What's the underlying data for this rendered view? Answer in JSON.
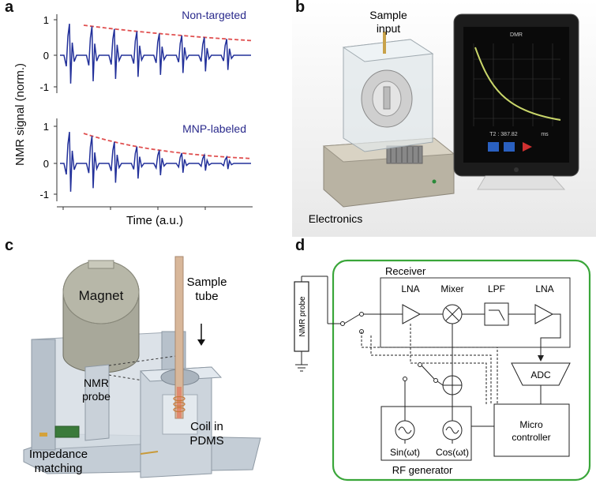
{
  "panel_a": {
    "label": "a",
    "ylabel": "NMR signal (norm.)",
    "xlabel": "Time (a.u.)",
    "top_plot": {
      "legend": "Non-targeted",
      "ticks": [
        "1",
        "0",
        "-1"
      ]
    },
    "bottom_plot": {
      "legend": "MNP-labeled",
      "ticks": [
        "1",
        "0",
        "-1"
      ]
    }
  },
  "panel_b": {
    "label": "b",
    "sample_input_line1": "Sample",
    "sample_input_line2": "input",
    "electronics": "Electronics",
    "tablet_title": "DMR",
    "tablet_readout": "T2 : 387.82",
    "tablet_unit": "ms"
  },
  "panel_c": {
    "label": "c",
    "magnet": "Magnet",
    "sample_tube_line1": "Sample",
    "sample_tube_line2": "tube",
    "nmr_probe_line1": "NMR",
    "nmr_probe_line2": "probe",
    "coil_line1": "Coil in",
    "coil_line2": "PDMS",
    "impedance_line1": "Impedance",
    "impedance_line2": "matching"
  },
  "panel_d": {
    "label": "d",
    "nmr_probe": "NMR probe",
    "receiver": "Receiver",
    "lna1": "LNA",
    "mixer": "Mixer",
    "lpf": "LPF",
    "lna2": "LNA",
    "adc": "ADC",
    "micro_line1": "Micro",
    "micro_line2": "controller",
    "sin": "Sin(ωt)",
    "cos": "Cos(ωt)",
    "rf_generator": "RF generator",
    "border_color": "#3aa63a"
  },
  "colors": {
    "signal": "#22309a",
    "envelope": "#e05050",
    "legend_text": "#2a2a8c"
  }
}
